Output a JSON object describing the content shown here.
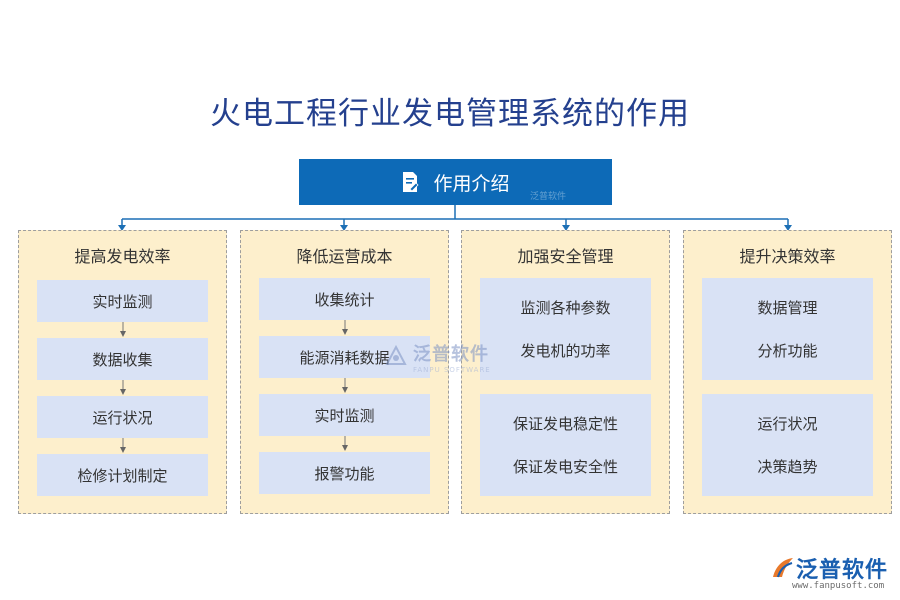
{
  "title": "火电工程行业发电管理系统的作用",
  "root": {
    "label": "作用介绍",
    "icon": "document-edit-icon",
    "watermark": "泛普软件"
  },
  "columns": [
    {
      "title": "提高发电效率",
      "items": [
        "实时监测",
        "数据收集",
        "运行状况",
        "检修计划制定"
      ],
      "style": "sequence"
    },
    {
      "title": "降低运营成本",
      "items": [
        "收集统计",
        "能源消耗数据",
        "实时监测",
        "报警功能"
      ],
      "style": "sequence"
    },
    {
      "title": "加强安全管理",
      "groups": [
        [
          "监测各种参数",
          "发电机的功率"
        ],
        [
          "保证发电稳定性",
          "保证发电安全性"
        ]
      ],
      "style": "grouped"
    },
    {
      "title": "提升决策效率",
      "groups": [
        [
          "数据管理",
          "分析功能"
        ],
        [
          "运行状况",
          "决策趋势"
        ]
      ],
      "style": "grouped"
    }
  ],
  "watermark": {
    "text": "泛普软件",
    "sub": "FANPU SOFTWARE"
  },
  "logo": {
    "text": "泛普软件",
    "url": "www.fanpusoft.com",
    "icon": "fanpu-logo-icon"
  },
  "colors": {
    "title": "#24408e",
    "root": "#0d6ab7",
    "column_bg": "#fdefcc",
    "box_bg": "#d9e2f5",
    "connector": "#1c6fb5"
  }
}
